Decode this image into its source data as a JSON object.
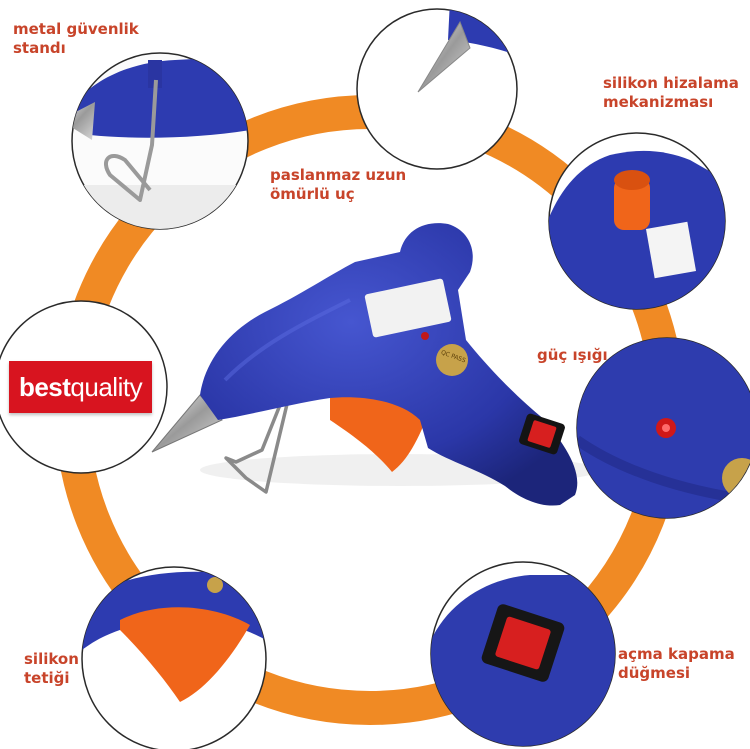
{
  "brand": {
    "strong": "best",
    "light": "quality"
  },
  "labels": {
    "metal_stand": "metal güvenlik\nstandı",
    "nozzle": "paslanmaz uzun\nömürlü uç",
    "alignment": "silikon hizalama\nmekanizması",
    "power_light": "güç ışığı",
    "trigger": "silikon\ntetiği",
    "switch": "açma kapama\ndüğmesi"
  },
  "product_stamp": "QC PASS",
  "colors": {
    "ring": "#f08a24",
    "gun_body": "#2d3bb0",
    "trigger": "#f0651a",
    "label_text": "#c8442a",
    "brand_bg": "#d8141f"
  }
}
